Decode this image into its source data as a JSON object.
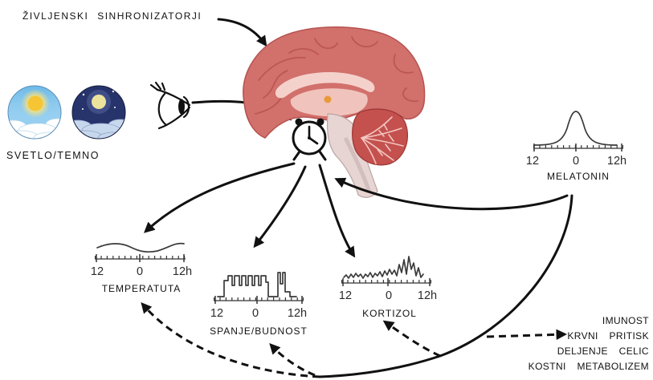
{
  "title": "ŽIVLJENSKI SINHRONIZATORJI",
  "light_dark": {
    "label": "SVETLO/TEMNO"
  },
  "graphs": {
    "melatonin": {
      "label": "MELATONIN",
      "ticks": [
        "12",
        "0",
        "12h"
      ]
    },
    "temperature": {
      "label": "TEMPERATUTA",
      "ticks": [
        "12",
        "0",
        "12h"
      ]
    },
    "sleep_wake": {
      "label": "SPANJE/BUDNOST",
      "ticks": [
        "12",
        "0",
        "12h"
      ]
    },
    "cortisol": {
      "label": "KORTIZOL",
      "ticks": [
        "12",
        "0",
        "12h"
      ]
    }
  },
  "effects": [
    "IMUNOST",
    "KRVNI PRITISK",
    "DELJENJE CELIC",
    "KOSTNI METABOLIZEM"
  ],
  "colors": {
    "brain": "#d2706c",
    "cerebellum": "#c4514e",
    "brainstem": "#e7d5d3",
    "sky_day": "#8ccbef",
    "sky_night": "#27346b",
    "sun": "#f5c533",
    "moon": "#ece39d"
  }
}
